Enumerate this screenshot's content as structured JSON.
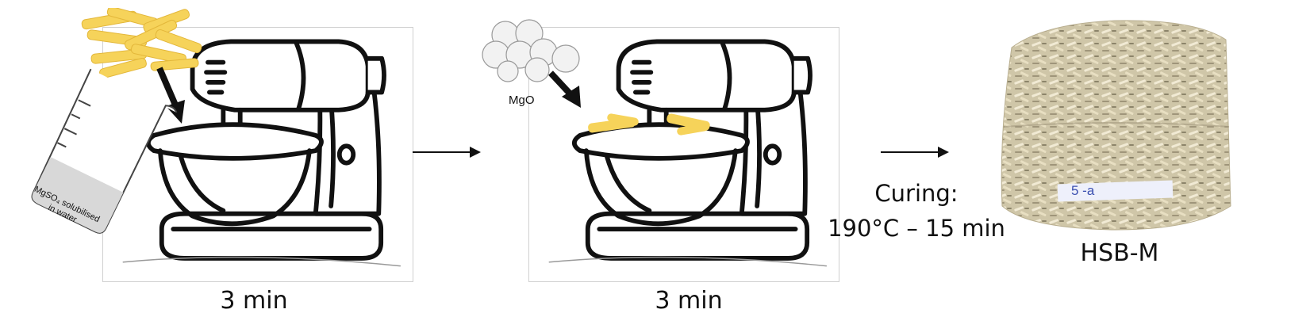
{
  "steps": [
    {
      "caption": "3 min"
    },
    {
      "caption": "3 min",
      "ingredient_label": "MgO"
    }
  ],
  "beaker": {
    "label_line1": "MgSO₄ solubilised",
    "label_line2": "in water"
  },
  "curing": {
    "line1": "Curing:",
    "line2": "190°C – 15 min"
  },
  "product": {
    "label": "HSB-M",
    "sample_tag": "5 -a"
  },
  "colors": {
    "hemp": "#f6d35a",
    "mgo": "#f2f2f2",
    "ink": "#111111"
  }
}
